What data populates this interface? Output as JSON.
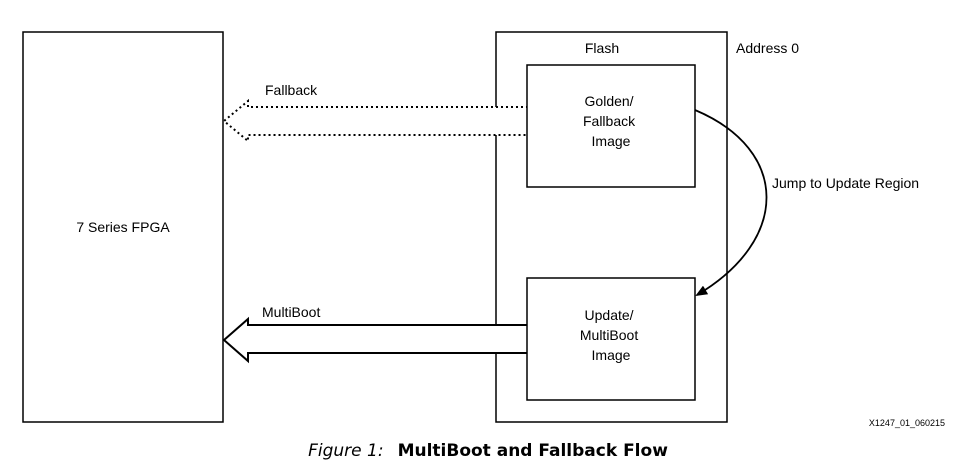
{
  "fpga": {
    "label": "7 Series FPGA"
  },
  "flash": {
    "label": "Flash",
    "address_label": "Address 0",
    "golden_image": {
      "lines": [
        "Golden/",
        "Fallback",
        "Image"
      ]
    },
    "update_image": {
      "lines": [
        "Update/",
        "MultiBoot",
        "Image"
      ]
    }
  },
  "arrows": {
    "fallback_label": "Fallback",
    "multiboot_label": "MultiBoot",
    "jump_label": "Jump to Update Region"
  },
  "doc_code": "X1247_01_060215",
  "caption": {
    "number": "Figure 1:",
    "title": "MultiBoot and Fallback Flow"
  }
}
